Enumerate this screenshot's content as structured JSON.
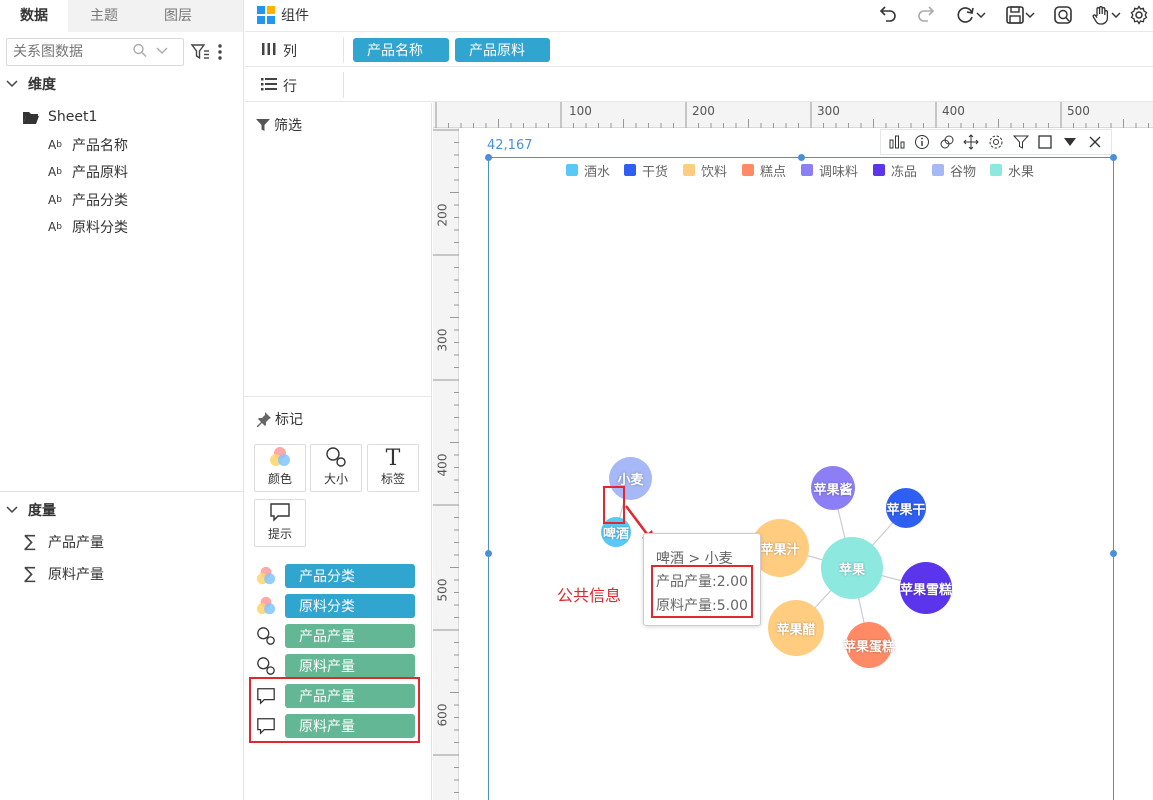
{
  "left_panel": {
    "tabs": [
      "数据",
      "主题",
      "图层"
    ],
    "search_placeholder": "关系图数据",
    "dimension_title": "维度",
    "sheet_name": "Sheet1",
    "dimension_fields": [
      "产品名称",
      "产品原料",
      "产品分类",
      "原料分类"
    ],
    "measure_title": "度量",
    "measure_fields": [
      "产品产量",
      "原料产量"
    ]
  },
  "toolbar": {
    "component_label": "组件"
  },
  "shelves": {
    "columns_label": "列",
    "rows_label": "行",
    "column_pills": [
      "产品名称",
      "产品原料"
    ],
    "filter_label": "筛选",
    "marks_label": "标记",
    "mark_buttons": [
      "颜色",
      "大小",
      "标签",
      "提示"
    ],
    "mark_fields": [
      {
        "label": "产品分类",
        "type": "color"
      },
      {
        "label": "原料分类",
        "type": "color"
      },
      {
        "label": "产品产量",
        "type": "size"
      },
      {
        "label": "原料产量",
        "type": "size"
      },
      {
        "label": "产品产量",
        "type": "tooltip"
      },
      {
        "label": "原料产量",
        "type": "tooltip"
      }
    ]
  },
  "canvas": {
    "ruler_top": [
      "100",
      "200",
      "300",
      "400",
      "500"
    ],
    "ruler_left": [
      "200",
      "300",
      "400",
      "500",
      "600"
    ],
    "coord_label": "42,167"
  },
  "chart_data": {
    "type": "graph",
    "legend": [
      {
        "name": "酒水",
        "color": "#5ac8f5"
      },
      {
        "name": "干货",
        "color": "#2f5ff0"
      },
      {
        "name": "饮料",
        "color": "#ffcc80"
      },
      {
        "name": "糕点",
        "color": "#ff8a65"
      },
      {
        "name": "调味料",
        "color": "#8c7ef5"
      },
      {
        "name": "冻品",
        "color": "#5b35ec"
      },
      {
        "name": "谷物",
        "color": "#a6b8f5"
      },
      {
        "name": "水果",
        "color": "#8de8e0"
      }
    ],
    "nodes": [
      {
        "name": "小麦",
        "category": "谷物",
        "color": "#a6b8f5"
      },
      {
        "name": "啤酒",
        "category": "酒水",
        "color": "#5ac8f5"
      },
      {
        "name": "苹果酱",
        "category": "调味料",
        "color": "#8c7ef5"
      },
      {
        "name": "苹果干",
        "category": "干货",
        "color": "#2f5ff0"
      },
      {
        "name": "苹果汁",
        "category": "饮料",
        "color": "#ffcc80"
      },
      {
        "name": "苹果",
        "category": "水果",
        "color": "#8de8e0"
      },
      {
        "name": "苹果雪糕",
        "category": "冻品",
        "color": "#5b35ec"
      },
      {
        "name": "苹果醋",
        "category": "饮料",
        "color": "#ffcc80"
      },
      {
        "name": "苹果蛋糕",
        "category": "糕点",
        "color": "#ff8a65"
      }
    ],
    "links": [
      [
        "啤酒",
        "小麦"
      ],
      [
        "苹果酱",
        "苹果"
      ],
      [
        "苹果干",
        "苹果"
      ],
      [
        "苹果汁",
        "苹果"
      ],
      [
        "苹果雪糕",
        "苹果"
      ],
      [
        "苹果醋",
        "苹果"
      ],
      [
        "苹果蛋糕",
        "苹果"
      ]
    ],
    "tooltip": {
      "title": "啤酒 > 小麦",
      "lines": [
        "产品产量:2.00",
        "原料产量:5.00"
      ]
    },
    "annotation": "公共信息"
  }
}
